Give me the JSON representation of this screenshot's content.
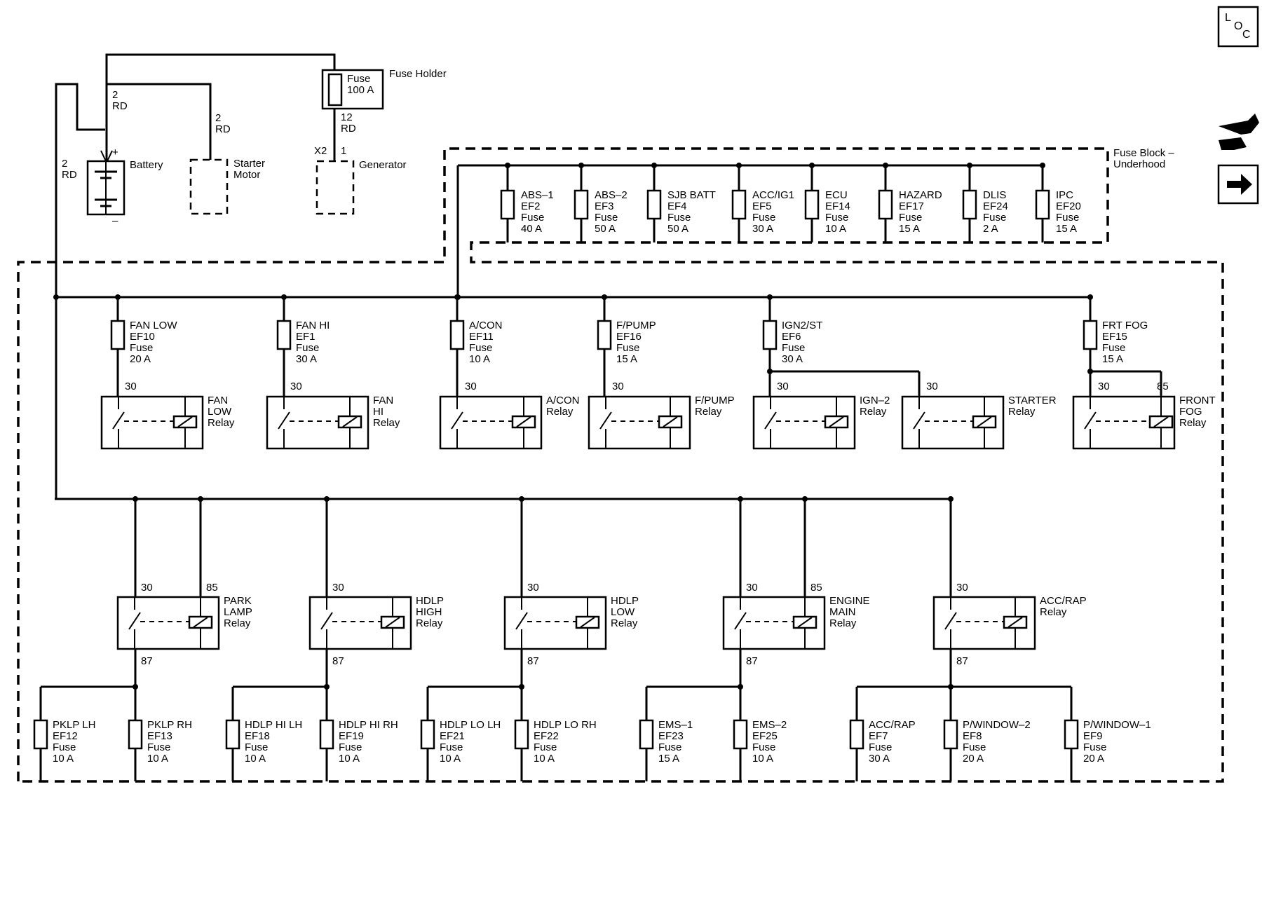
{
  "nav_icons": [
    {
      "name": "loc-icon",
      "text": "LOC"
    },
    {
      "name": "connector-view-icon"
    },
    {
      "name": "next-arrow-icon"
    }
  ],
  "power_source": {
    "fuse_holder": {
      "label": "Fuse Holder",
      "fuse": "Fuse",
      "rating": "100 A"
    },
    "battery": {
      "label": "Battery",
      "plus": "+",
      "minus": "–"
    },
    "starter": {
      "line1": "Starter",
      "line2": "Motor"
    },
    "generator": {
      "label": "Generator",
      "connector": "X2",
      "pin": "1"
    },
    "wires": [
      {
        "gauge": "2",
        "color": "RD"
      },
      {
        "gauge": "2",
        "color": "RD"
      },
      {
        "gauge": "2",
        "color": "RD"
      },
      {
        "gauge": "12",
        "color": "RD"
      }
    ]
  },
  "fuse_block": {
    "line1": "Fuse Block –",
    "line2": "Underhood"
  },
  "top_fuses": [
    {
      "name": "ABS–1",
      "id": "EF2",
      "type": "Fuse",
      "rating": "40 A"
    },
    {
      "name": "ABS–2",
      "id": "EF3",
      "type": "Fuse",
      "rating": "50 A"
    },
    {
      "name": "SJB BATT",
      "id": "EF4",
      "type": "Fuse",
      "rating": "50 A"
    },
    {
      "name": "ACC/IG1",
      "id": "EF5",
      "type": "Fuse",
      "rating": "30 A"
    },
    {
      "name": "ECU",
      "id": "EF14",
      "type": "Fuse",
      "rating": "10 A"
    },
    {
      "name": "HAZARD",
      "id": "EF17",
      "type": "Fuse",
      "rating": "15 A"
    },
    {
      "name": "DLIS",
      "id": "EF24",
      "type": "Fuse",
      "rating": "2 A"
    },
    {
      "name": "IPC",
      "id": "EF20",
      "type": "Fuse",
      "rating": "15 A"
    }
  ],
  "mid_fuses": [
    {
      "name": "FAN LOW",
      "id": "EF10",
      "type": "Fuse",
      "rating": "20 A"
    },
    {
      "name": "FAN HI",
      "id": "EF1",
      "type": "Fuse",
      "rating": "30 A"
    },
    {
      "name": "A/CON",
      "id": "EF11",
      "type": "Fuse",
      "rating": "10 A"
    },
    {
      "name": "F/PUMP",
      "id": "EF16",
      "type": "Fuse",
      "rating": "15 A"
    },
    {
      "name": "IGN2/ST",
      "id": "EF6",
      "type": "Fuse",
      "rating": "30 A"
    },
    {
      "name": "FRT FOG",
      "id": "EF15",
      "type": "Fuse",
      "rating": "15 A"
    }
  ],
  "upper_relays": [
    {
      "lines": [
        "FAN",
        "LOW",
        "Relay"
      ],
      "pin30": "30"
    },
    {
      "lines": [
        "FAN",
        "HI",
        "Relay"
      ],
      "pin30": "30"
    },
    {
      "lines": [
        "A/CON",
        "Relay"
      ],
      "pin30": "30"
    },
    {
      "lines": [
        "F/PUMP",
        "Relay"
      ],
      "pin30": "30"
    },
    {
      "lines": [
        "IGN–2",
        "Relay"
      ],
      "pin30": "30"
    },
    {
      "lines": [
        "STARTER",
        "Relay"
      ],
      "pin30": "30"
    },
    {
      "lines": [
        "FRONT",
        "FOG",
        "Relay"
      ],
      "pin30": "30",
      "pin85": "85"
    }
  ],
  "lower_relays": [
    {
      "lines": [
        "PARK",
        "LAMP",
        "Relay"
      ],
      "pin30": "30",
      "pin85": "85",
      "pin87": "87"
    },
    {
      "lines": [
        "HDLP",
        "HIGH",
        "Relay"
      ],
      "pin30": "30",
      "pin87": "87"
    },
    {
      "lines": [
        "HDLP",
        "LOW",
        "Relay"
      ],
      "pin30": "30",
      "pin87": "87"
    },
    {
      "lines": [
        "ENGINE",
        "MAIN",
        "Relay"
      ],
      "pin30": "30",
      "pin85": "85",
      "pin87": "87"
    },
    {
      "lines": [
        "ACC/RAP",
        "Relay"
      ],
      "pin30": "30",
      "pin87": "87"
    }
  ],
  "bottom_fuses": [
    {
      "name": "PKLP LH",
      "id": "EF12",
      "type": "Fuse",
      "rating": "10 A"
    },
    {
      "name": "PKLP RH",
      "id": "EF13",
      "type": "Fuse",
      "rating": "10 A"
    },
    {
      "name": "HDLP HI LH",
      "id": "EF18",
      "type": "Fuse",
      "rating": "10 A"
    },
    {
      "name": "HDLP HI RH",
      "id": "EF19",
      "type": "Fuse",
      "rating": "10 A"
    },
    {
      "name": "HDLP LO LH",
      "id": "EF21",
      "type": "Fuse",
      "rating": "10 A"
    },
    {
      "name": "HDLP LO RH",
      "id": "EF22",
      "type": "Fuse",
      "rating": "10 A"
    },
    {
      "name": "EMS–1",
      "id": "EF23",
      "type": "Fuse",
      "rating": "15 A"
    },
    {
      "name": "EMS–2",
      "id": "EF25",
      "type": "Fuse",
      "rating": "10 A"
    },
    {
      "name": "ACC/RAP",
      "id": "EF7",
      "type": "Fuse",
      "rating": "30 A"
    },
    {
      "name": "P/WINDOW–2",
      "id": "EF8",
      "type": "Fuse",
      "rating": "20 A"
    },
    {
      "name": "P/WINDOW–1",
      "id": "EF9",
      "type": "Fuse",
      "rating": "20 A"
    }
  ]
}
